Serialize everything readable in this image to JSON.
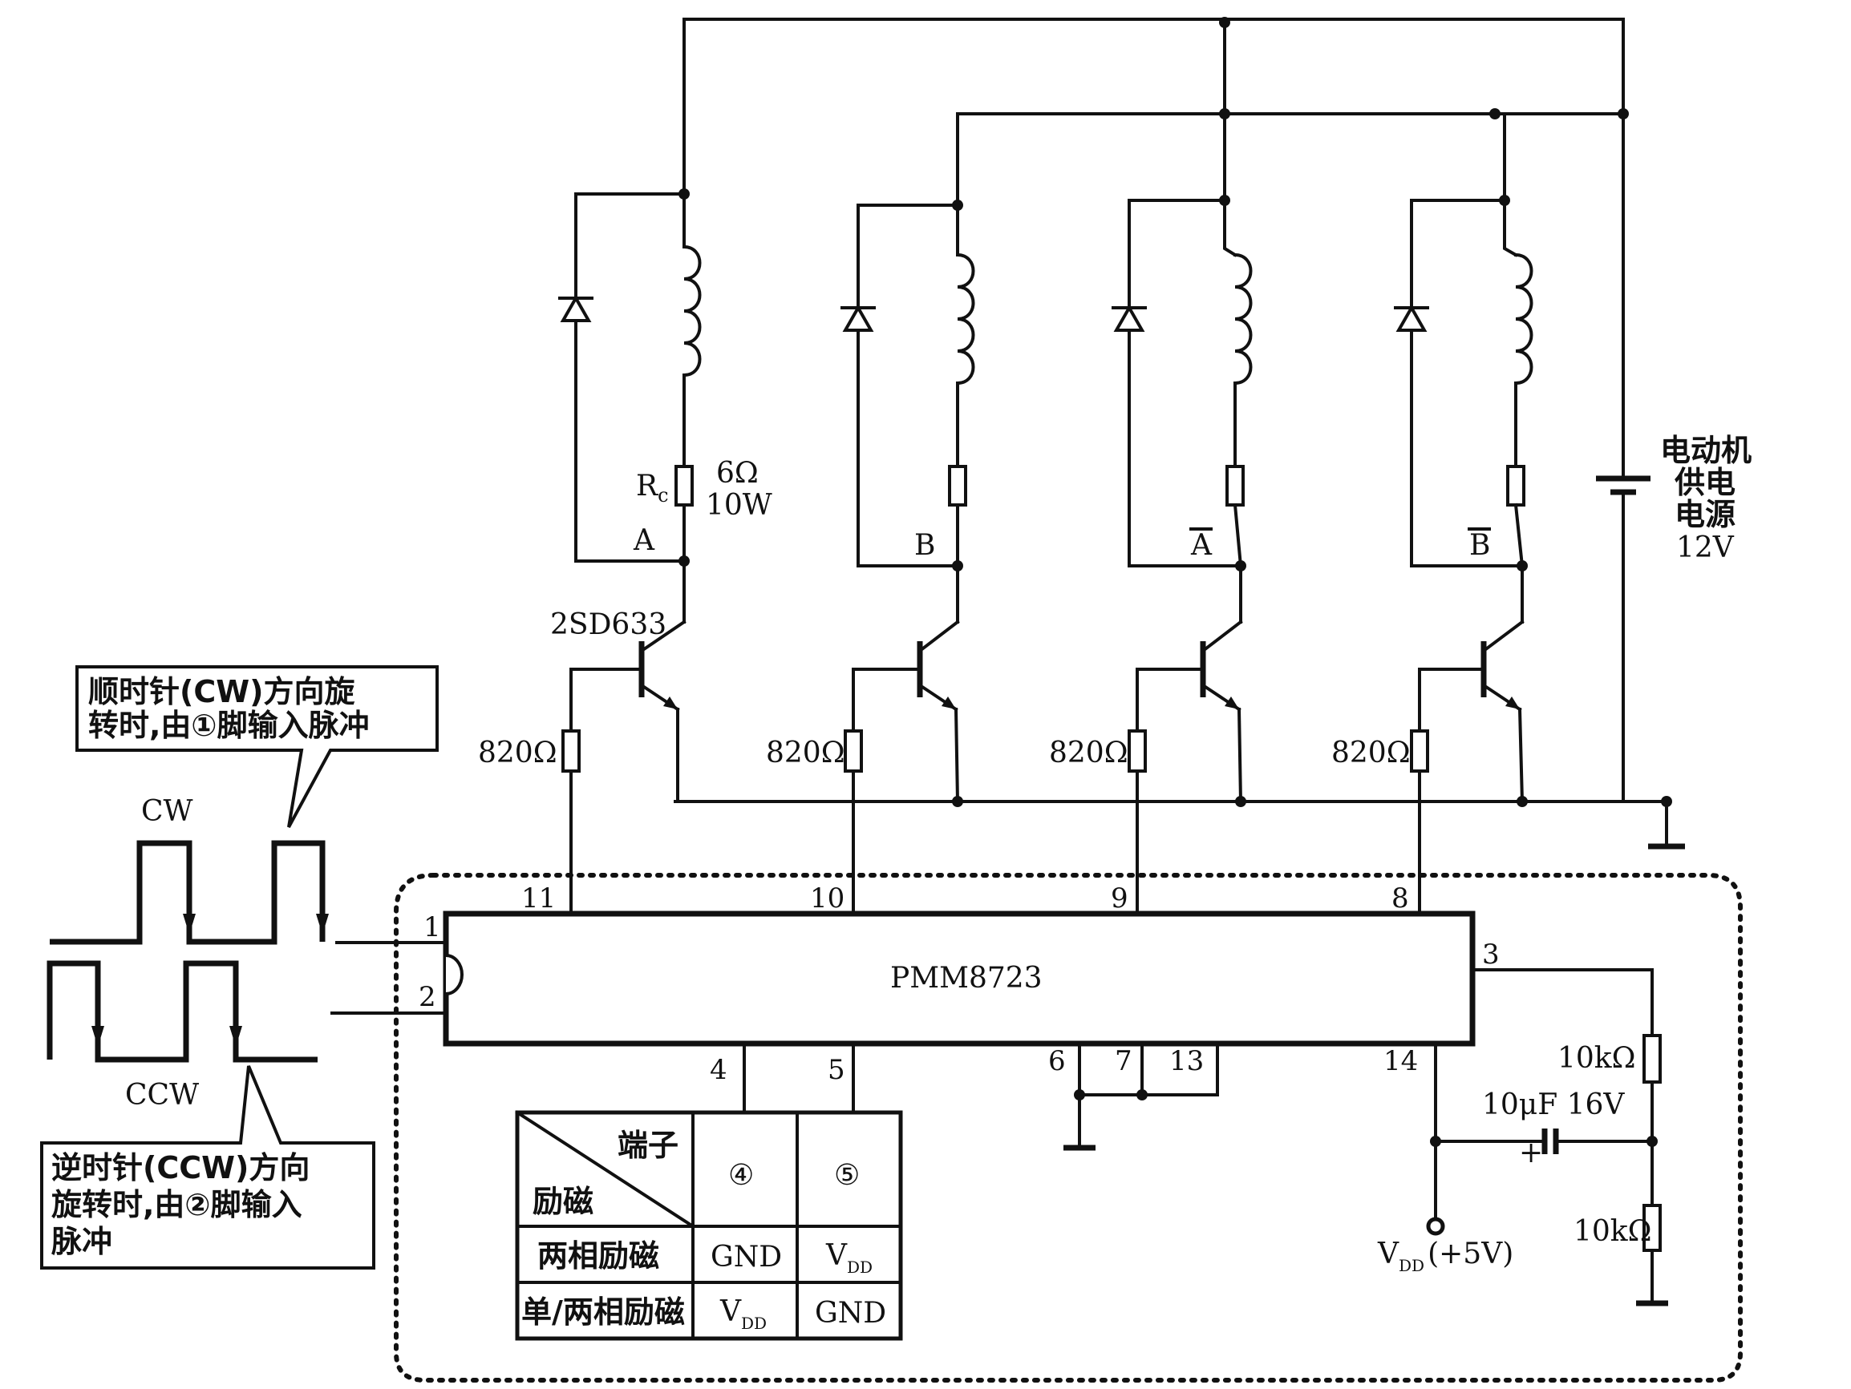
{
  "ic": {
    "name": "PMM8723",
    "pins": {
      "p1": "1",
      "p2": "2",
      "p3": "3",
      "p4": "4",
      "p5": "5",
      "p6": "6",
      "p7": "7",
      "p8": "8",
      "p9": "9",
      "p10": "10",
      "p11": "11",
      "p13": "13",
      "p14": "14"
    }
  },
  "phases": {
    "a": "A",
    "b": "B",
    "a_bar": "A",
    "b_bar": "B"
  },
  "components": {
    "rc_label": "R",
    "rc_sub": "c",
    "rc_value": "6Ω",
    "rc_power": "10W",
    "transistor": "2SD633",
    "base_r1": "820Ω",
    "base_r2": "820Ω",
    "base_r3": "820Ω",
    "base_r4": "820Ω",
    "r_top": "10kΩ",
    "r_bottom": "10kΩ",
    "cap": "10μF 16V",
    "cap_plus": "+"
  },
  "supply": {
    "line1": "电动机",
    "line2": "供电",
    "line3": "电源",
    "line4": "12V"
  },
  "vdd": {
    "v": "V",
    "sub": "DD",
    "value": "(+5V)"
  },
  "signals": {
    "cw": "CW",
    "ccw": "CCW"
  },
  "callouts": {
    "cw_line1": "顺时针(CW)方向旋",
    "cw_line2": "转时,由①脚输入脉冲",
    "ccw_line1": "逆时针(CCW)方向",
    "ccw_line2": "旋转时,由②脚输入",
    "ccw_line3": "脉冲"
  },
  "table": {
    "header_col": "端子",
    "header_row": "励磁",
    "col1": "④",
    "col2": "⑤",
    "row1_label": "两相励磁",
    "row1_c1": "GND",
    "row1_c2_v": "V",
    "row1_c2_sub": "DD",
    "row2_label": "单/两相励磁",
    "row2_c1_v": "V",
    "row2_c1_sub": "DD",
    "row2_c2": "GND"
  }
}
